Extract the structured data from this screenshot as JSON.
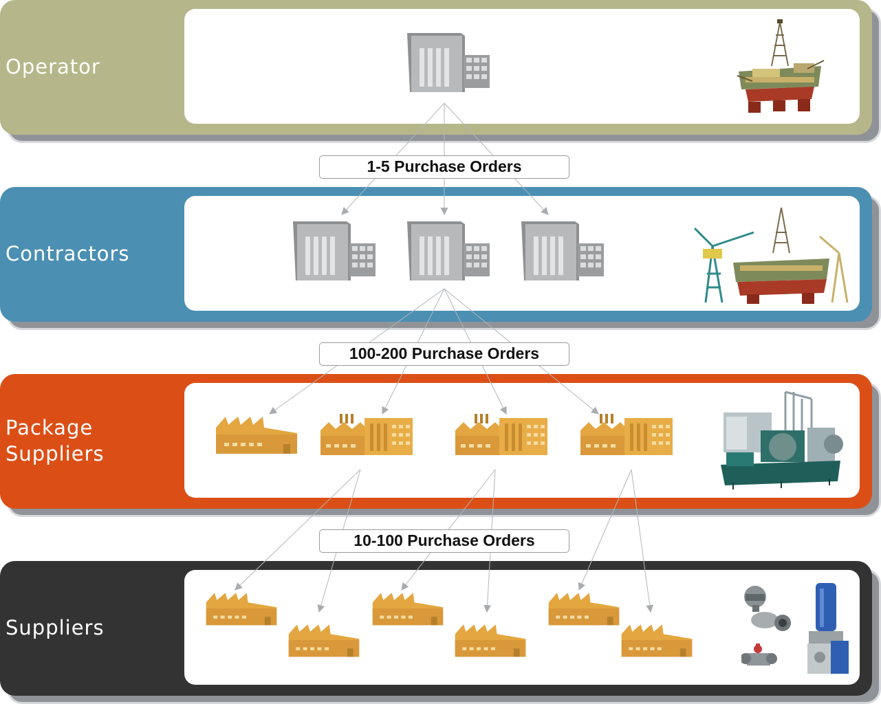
{
  "tiers": [
    {
      "label": "Operator",
      "color": "#b5b78a"
    },
    {
      "label": "Contractors",
      "color": "#4b8fb3"
    },
    {
      "label": "Package Suppliers",
      "color": "#db4f17"
    },
    {
      "label": "Suppliers",
      "color": "#333333"
    }
  ],
  "connectors": [
    {
      "label": "1-5 Purchase Orders"
    },
    {
      "label": "100-200 Purchase Orders"
    },
    {
      "label": "10-100 Purchase Orders"
    }
  ],
  "icons": {
    "operator": "office-building-icon",
    "contractors": "office-building-icon",
    "package_suppliers": "factory-icon",
    "suppliers": "factory-icon",
    "operator_photo": "drilling-rig-photo",
    "contractors_photo": "shipyard-rig-photo",
    "package_photo": "compressor-package-photo",
    "suppliers_photo": "valves-pump-photo"
  }
}
